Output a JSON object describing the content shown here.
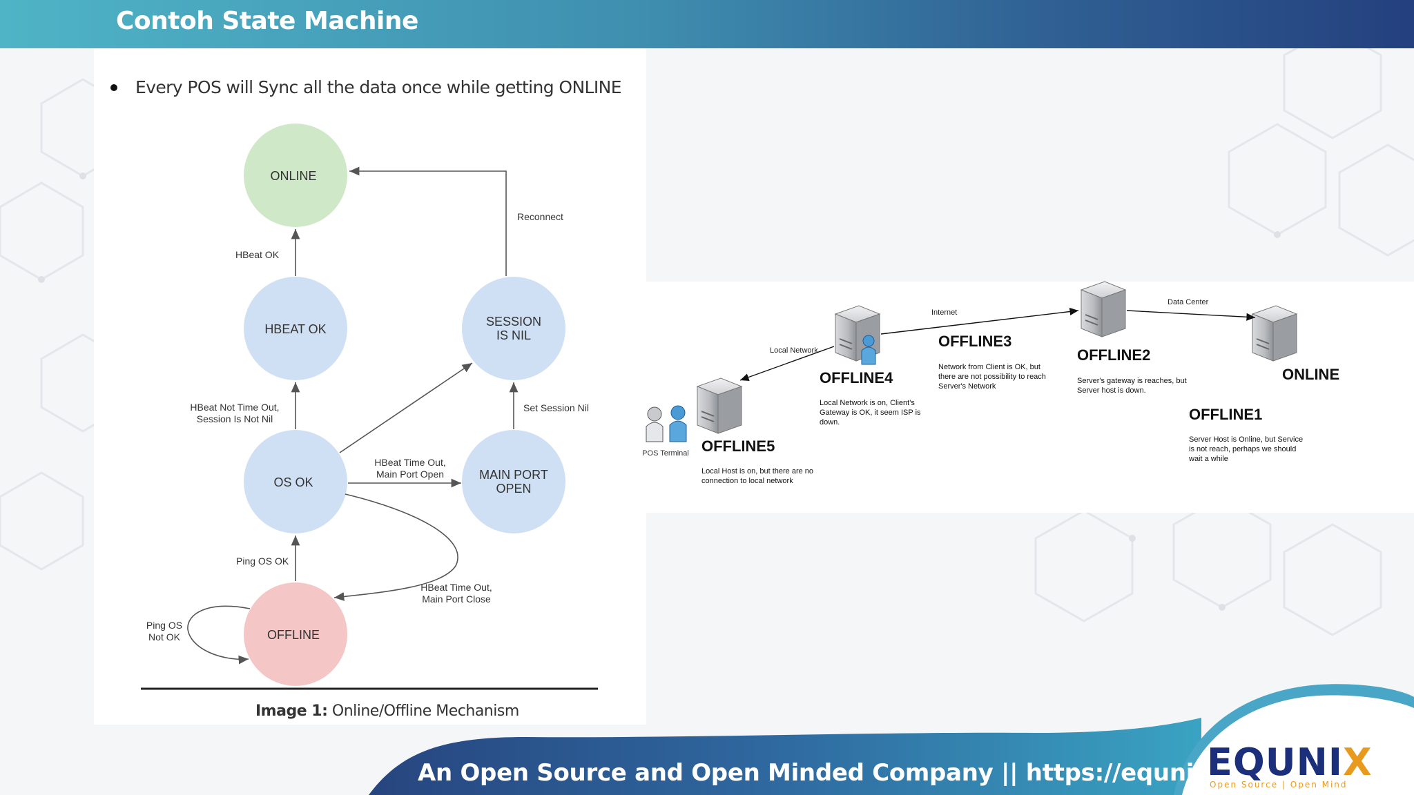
{
  "header": {
    "title": "Contoh State Machine"
  },
  "bullet": {
    "text": "Every POS will Sync all the data once while getting ONLINE"
  },
  "state_machine": {
    "states": {
      "online": "ONLINE",
      "hbeat_ok": "HBEAT OK",
      "session_nil_1": "SESSION",
      "session_nil_2": "IS NIL",
      "os_ok": "OS OK",
      "main_port_1": "MAIN PORT",
      "main_port_2": "OPEN",
      "offline": "OFFLINE"
    },
    "transitions": {
      "reconnect": "Reconnect",
      "hbeat_ok": "HBeat OK",
      "hbeat_not_timeout_1": "HBeat Not Time Out,",
      "hbeat_not_timeout_2": "Session Is Not Nil",
      "set_session_nil": "Set Session Nil",
      "hbeat_timeout_open_1": "HBeat Time Out,",
      "hbeat_timeout_open_2": "Main Port Open",
      "ping_os_ok": "Ping OS OK",
      "hbeat_timeout_close_1": "HBeat Time Out,",
      "hbeat_timeout_close_2": "Main Port Close",
      "ping_os_not_ok_1": "Ping OS",
      "ping_os_not_ok_2": "Not OK"
    },
    "colors": {
      "online": "#cfe8c8",
      "blue": "#cfe0f5",
      "offline": "#f4c6c6"
    }
  },
  "caption": {
    "bold": "Image 1:",
    "text": " Online/Offline Mechanism"
  },
  "network": {
    "pos_terminal": "POS Terminal",
    "links": {
      "local": "Local Network",
      "internet": "Internet",
      "datacenter": "Data Center"
    },
    "nodes": {
      "offline5": {
        "title": "OFFLINE5",
        "desc1": "Local Host is on, but there are no",
        "desc2": "connection to local network"
      },
      "offline4": {
        "title": "OFFLINE4",
        "desc1": "Local Network is on, Client's",
        "desc2": "Gateway is OK, it seem ISP is",
        "desc3": "down."
      },
      "offline3": {
        "title": "OFFLINE3",
        "desc1": "Network from Client is OK, but",
        "desc2": "there are not possibility to reach",
        "desc3": "Server's Network"
      },
      "offline2": {
        "title": "OFFLINE2",
        "desc1": "Server's gateway is reaches, but",
        "desc2": "Server host is down."
      },
      "online": {
        "title": "ONLINE"
      },
      "offline1": {
        "title": "OFFLINE1",
        "desc1": "Server Host is Online, but Service",
        "desc2": "is not reach, perhaps we should",
        "desc3": "wait a while"
      }
    }
  },
  "footer": {
    "tagline": "An Open Source and Open Minded Company || https://equnix.asia"
  },
  "logo": {
    "main": "EQUNI",
    "x": "X",
    "sub": "Open Source | Open Mind"
  }
}
